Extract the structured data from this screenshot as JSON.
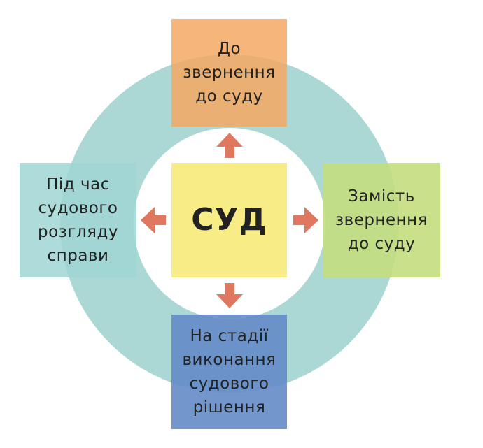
{
  "center_label": "СУД",
  "nodes": {
    "top": "До\nзвернення\nдо суду",
    "left": "Під час\nсудового\nрозгляду\nсправи",
    "right": "Замість\nзвернення\nдо суду",
    "bottom": "На стадії\nвиконання\nсудового\nрішення"
  },
  "colors": {
    "ring": "#abd7d5",
    "arrow": "#e07860",
    "center": "#f8ec86"
  }
}
